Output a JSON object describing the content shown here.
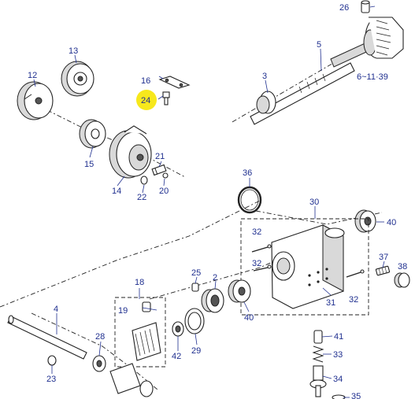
{
  "highlight_color": "#f7e81c",
  "label_color": "#1f2f8f",
  "callouts": {
    "c2": "2",
    "c3": "3",
    "c4": "4",
    "c5": "5",
    "c6_range": "6~11·39",
    "c12": "12",
    "c13": "13",
    "c14": "14",
    "c15": "15",
    "c16": "16",
    "c18": "18",
    "c19": "19",
    "c20": "20",
    "c21": "21",
    "c22": "22",
    "c23": "23",
    "c24": "24",
    "c25": "25",
    "c26": "26",
    "c28": "28",
    "c29": "29",
    "c30": "30",
    "c31": "31",
    "c32a": "32",
    "c32b": "32",
    "c32c": "32",
    "c33": "33",
    "c34": "34",
    "c35": "35",
    "c36": "36",
    "c37": "37",
    "c38": "38",
    "c39": "39",
    "c40a": "40",
    "c40b": "40",
    "c41": "41",
    "c42": "42"
  }
}
